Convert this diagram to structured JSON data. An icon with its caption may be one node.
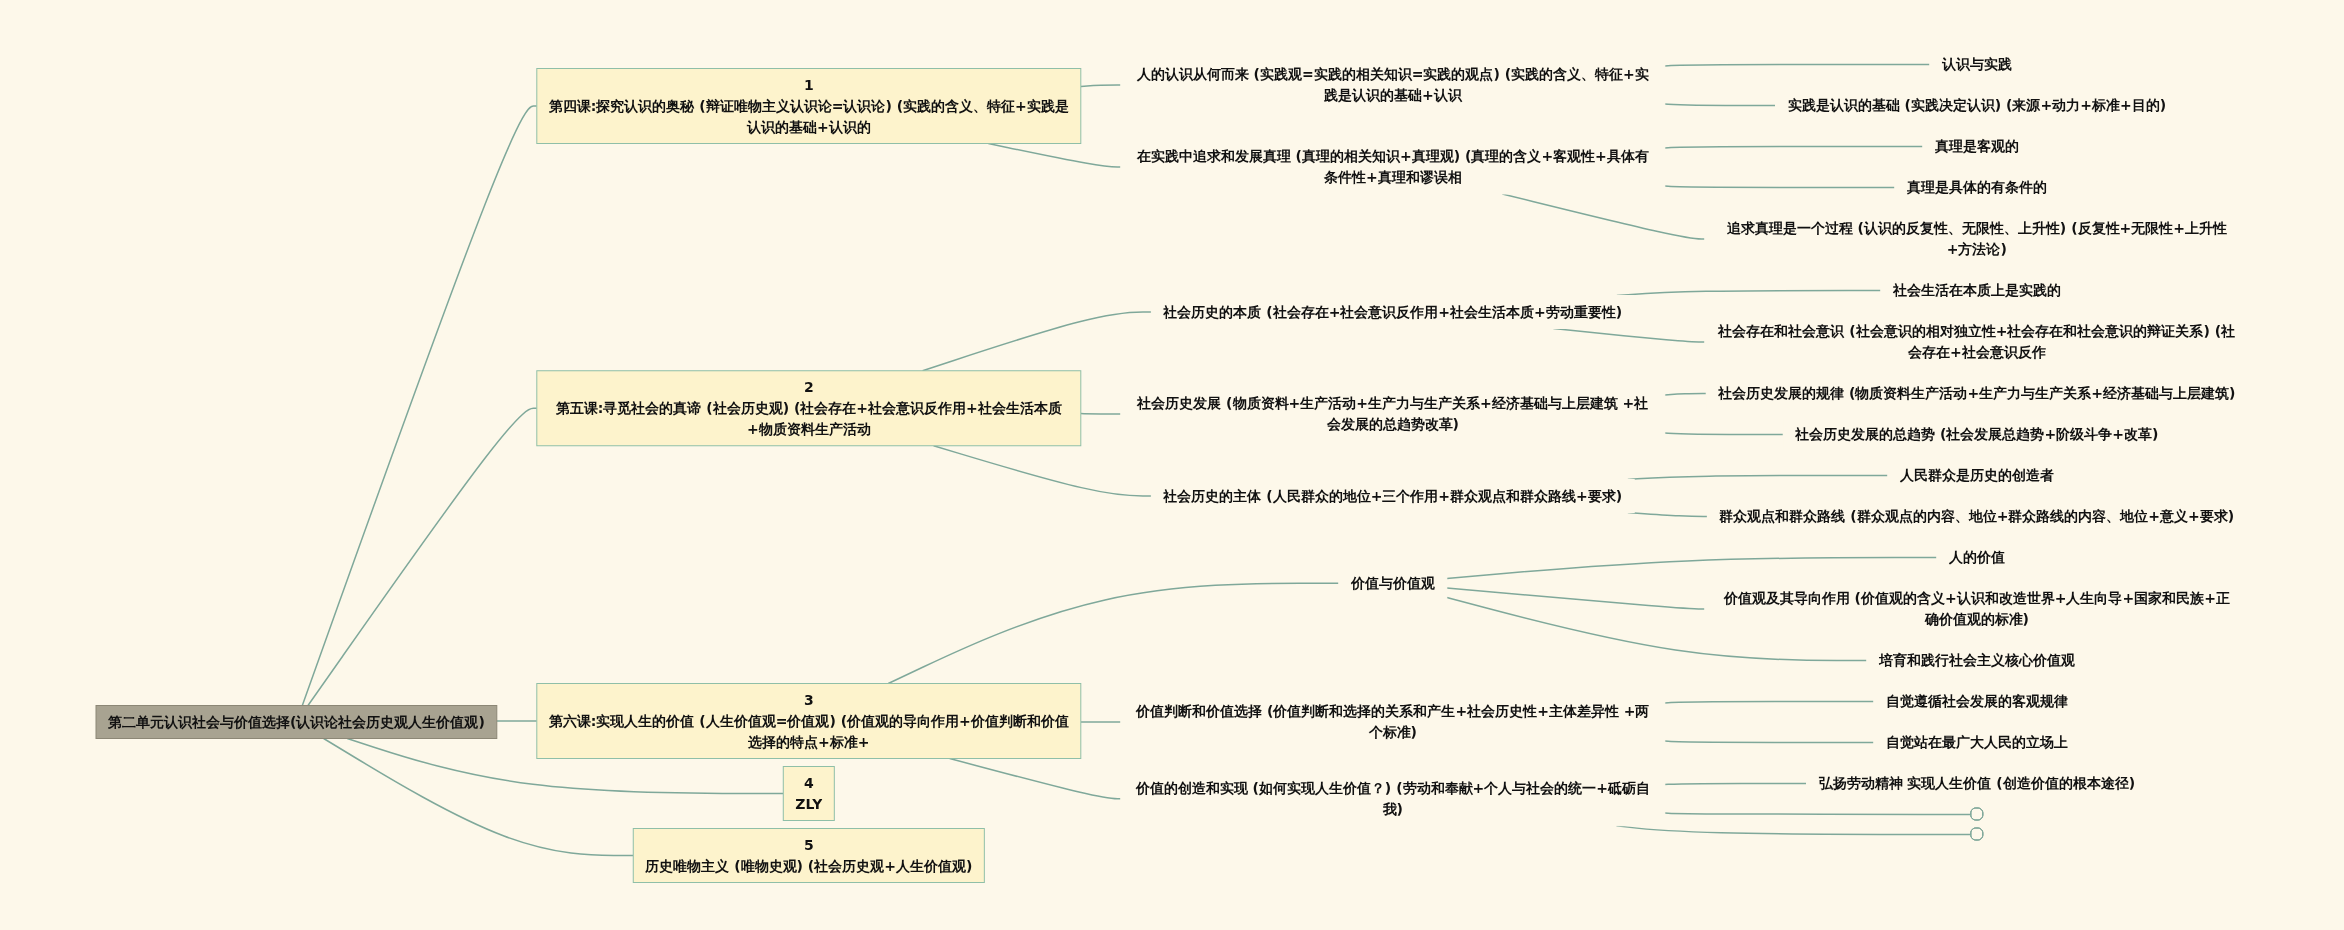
{
  "diagram": {
    "nodes": [
      {
        "text": [
          "第二单元认识社会与价值选择(认识论社会历史观人生价值观)"
        ]
      },
      {
        "text": [
          "1",
          "第四课:探究认识的奥秘 (辩证唯物主义认识论=认识论) (实践的含义、特征+实践是认识的基础+认识的"
        ]
      },
      {
        "text": [
          "人的认识从何而来 (实践观=实践的相关知识=实践的观点) (实践的含义、特征+实践是认识的基础+认识"
        ]
      },
      {
        "text": [
          "认识与实践"
        ]
      },
      {
        "text": [
          "实践是认识的基础 (实践决定认识) (来源+动力+标准+目的)"
        ]
      },
      {
        "text": [
          "在实践中追求和发展真理 (真理的相关知识+真理观) (真理的含义+客观性+具体有条件性+真理和谬误相"
        ]
      },
      {
        "text": [
          "真理是客观的"
        ]
      },
      {
        "text": [
          "真理是具体的有条件的"
        ]
      },
      {
        "text": [
          "追求真理是一个过程 (认识的反复性、无限性、上升性) (反复性+无限性+上升性+方法论)"
        ]
      },
      {
        "text": [
          "2",
          "第五课:寻觅社会的真谛 (社会历史观) (社会存在+社会意识反作用+社会生活本质+物质资料生产活动"
        ]
      },
      {
        "text": [
          "社会历史的本质 (社会存在+社会意识反作用+社会生活本质+劳动重要性)"
        ]
      },
      {
        "text": [
          "社会生活在本质上是实践的"
        ]
      },
      {
        "text": [
          "社会存在和社会意识 (社会意识的相对独立性+社会存在和社会意识的辩证关系) (社会存在+社会意识反作"
        ]
      },
      {
        "text": [
          "社会历史发展 (物质资料+生产活动+生产力与生产关系+经济基础与上层建筑 +社会发展的总趋势改革)"
        ]
      },
      {
        "text": [
          "社会历史发展的规律 (物质资料生产活动+生产力与生产关系+经济基础与上层建筑)"
        ]
      },
      {
        "text": [
          "社会历史发展的总趋势 (社会发展总趋势+阶级斗争+改革)"
        ]
      },
      {
        "text": [
          "社会历史的主体 (人民群众的地位+三个作用+群众观点和群众路线+要求)"
        ]
      },
      {
        "text": [
          "人民群众是历史的创造者"
        ]
      },
      {
        "text": [
          "群众观点和群众路线 (群众观点的内容、地位+群众路线的内容、地位+意义+要求)"
        ]
      },
      {
        "text": [
          "3",
          "第六课:实现人生的价值 (人生价值观=价值观) (价值观的导向作用+价值判断和价值选择的特点+标准+"
        ]
      },
      {
        "text": [
          "价值与价值观"
        ]
      },
      {
        "text": [
          "人的价值"
        ]
      },
      {
        "text": [
          "价值观及其导向作用 (价值观的含义+认识和改造世界+人生向导+国家和民族+正确价值观的标准)"
        ]
      },
      {
        "text": [
          "培育和践行社会主义核心价值观"
        ]
      },
      {
        "text": [
          "价值判断和价值选择 (价值判断和选择的关系和产生+社会历史性+主体差异性 +两个标准)"
        ]
      },
      {
        "text": [
          "自觉遵循社会发展的客观规律"
        ]
      },
      {
        "text": [
          "自觉站在最广大人民的立场上"
        ]
      },
      {
        "text": [
          "价值的创造和实现 (如何实现人生价值？) (劳动和奉献+个人与社会的统一+砥砺自我)"
        ]
      },
      {
        "text": [
          "弘扬劳动精神 实现人生价值 (创造价值的根本途径)"
        ]
      },
      {
        "text": [],
        "shape": "bar"
      },
      {
        "text": [],
        "shape": "bar"
      },
      {
        "text": [
          "4",
          "ZLY"
        ]
      },
      {
        "text": [
          "5",
          "历史唯物主义 (唯物史观) (社会历史观+人生价值观)"
        ]
      }
    ],
    "edges": [
      {
        "from": 0,
        "to": 1,
        "arrow": "none"
      },
      {
        "from": 1,
        "to": 2,
        "arrow": "none"
      },
      {
        "from": 2,
        "to": 3,
        "arrow": "none"
      },
      {
        "from": 2,
        "to": 4,
        "arrow": "none"
      },
      {
        "from": 1,
        "to": 5,
        "arrow": "none"
      },
      {
        "from": 5,
        "to": 6,
        "arrow": "none"
      },
      {
        "from": 5,
        "to": 7,
        "arrow": "none"
      },
      {
        "from": 5,
        "to": 8,
        "arrow": "none"
      },
      {
        "from": 0,
        "to": 9,
        "arrow": "none"
      },
      {
        "from": 9,
        "to": 10,
        "arrow": "none"
      },
      {
        "from": 10,
        "to": 11,
        "arrow": "none"
      },
      {
        "from": 10,
        "to": 12,
        "arrow": "none"
      },
      {
        "from": 9,
        "to": 13,
        "arrow": "none"
      },
      {
        "from": 13,
        "to": 14,
        "arrow": "none"
      },
      {
        "from": 13,
        "to": 15,
        "arrow": "none"
      },
      {
        "from": 9,
        "to": 16,
        "arrow": "none"
      },
      {
        "from": 16,
        "to": 17,
        "arrow": "none"
      },
      {
        "from": 16,
        "to": 18,
        "arrow": "none"
      },
      {
        "from": 0,
        "to": 19,
        "arrow": "none"
      },
      {
        "from": 19,
        "to": 20,
        "arrow": "none"
      },
      {
        "from": 20,
        "to": 21,
        "arrow": "none"
      },
      {
        "from": 20,
        "to": 22,
        "arrow": "none"
      },
      {
        "from": 20,
        "to": 23,
        "arrow": "none"
      },
      {
        "from": 19,
        "to": 24,
        "arrow": "none"
      },
      {
        "from": 24,
        "to": 25,
        "arrow": "none"
      },
      {
        "from": 24,
        "to": 26,
        "arrow": "none"
      },
      {
        "from": 19,
        "to": 27,
        "arrow": "none"
      },
      {
        "from": 27,
        "to": 28,
        "arrow": "none"
      },
      {
        "from": 27,
        "to": 29,
        "arrow": "none"
      },
      {
        "from": 27,
        "to": 30,
        "arrow": "none"
      },
      {
        "from": 0,
        "to": 31,
        "arrow": "none"
      },
      {
        "from": 0,
        "to": 32,
        "arrow": "none"
      }
    ]
  }
}
